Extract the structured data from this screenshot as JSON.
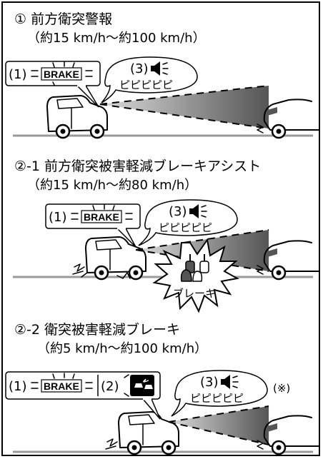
{
  "sections": [
    {
      "title": "① 前方衛突警報",
      "speed": "（約15 km/h～約100 km/h）",
      "label1": "(1)",
      "brake": "BRAKE",
      "label3": "(3)",
      "beep": "ピピピピピ"
    },
    {
      "title": "②-1 前方衛突被害軽減ブレーキアシスト",
      "speed": "（約15 km/h～約80 km/h）",
      "label1": "(1)",
      "brake": "BRAKE",
      "label3": "(3)",
      "beep": "ピピピピピ",
      "burst": "ブレーキ"
    },
    {
      "title": "②-2 衛突被害軽減ブレーキ",
      "speed": "（約5 km/h～約100 km/h）",
      "label1": "(1)",
      "brake": "BRAKE",
      "label2": "(2)",
      "label3": "(3)",
      "beep": "ピピピピピ",
      "note": "(※)"
    }
  ],
  "colors": {
    "stroke": "#000000",
    "ground": "#9a9a9a",
    "beam_dark": "#555555",
    "beam_light": "#dcdcdc"
  }
}
